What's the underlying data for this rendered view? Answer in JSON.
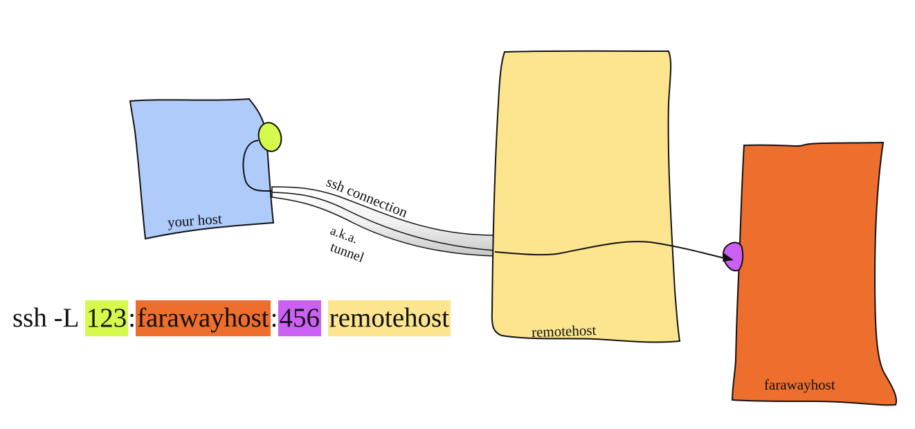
{
  "title": "SSH local port forwarding",
  "colors": {
    "your_host": "#aecbfa",
    "remotehost": "#fce58e",
    "farawayhost": "#ed6e2d",
    "local_port": "#d5f94c",
    "remote_port": "#cb60f5",
    "tunnel": "#eeeeee",
    "outline": "#111111"
  },
  "nodes": {
    "your_host": {
      "label": "your host"
    },
    "remotehost": {
      "label": "remotehost"
    },
    "farawayhost": {
      "label": "farawayhost"
    }
  },
  "tunnel": {
    "label_top": "ssh connection",
    "label_bottom_1": "a.k.a.",
    "label_bottom_2": "tunnel"
  },
  "command": {
    "prefix": "ssh -L ",
    "local_port": "123",
    "sep1": ":",
    "target_host": "farawayhost",
    "sep2": ":",
    "target_port": "456",
    "space": " ",
    "ssh_server": "remotehost"
  }
}
